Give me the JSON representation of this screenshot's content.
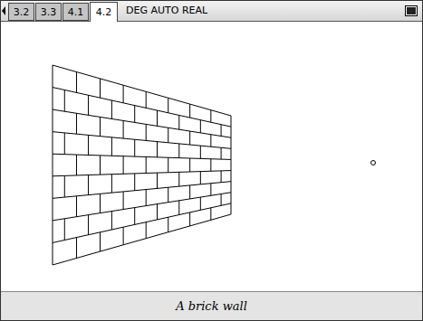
{
  "diagram": {
    "caption": "A brick wall",
    "nodes": [
      {
        "text": [
          "3.2"
        ]
      },
      {
        "text": [
          "3.3"
        ]
      },
      {
        "text": [
          "4.1"
        ]
      },
      {
        "text": [
          "4.2"
        ]
      }
    ],
    "labels": [
      "DEG AUTO REAL"
    ]
  }
}
